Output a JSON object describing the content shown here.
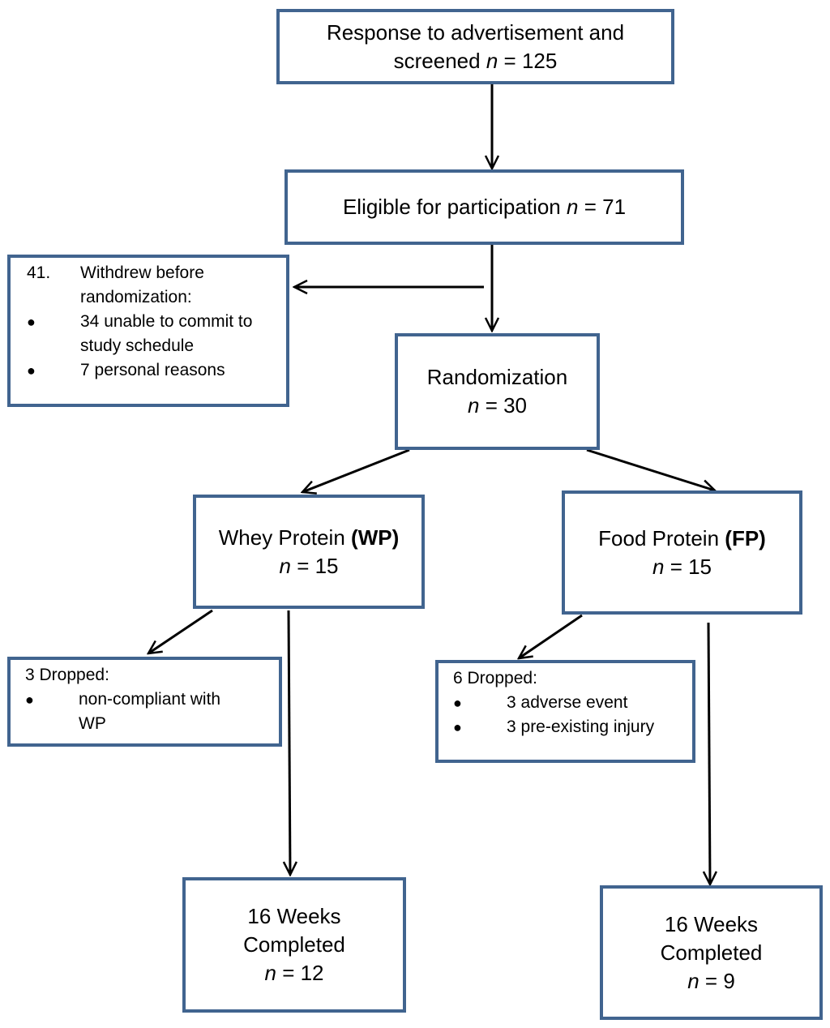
{
  "screened": {
    "line1": "Response to advertisement and",
    "line2_prefix": "screened",
    "n_symbol": "n",
    "n_value": "= 125"
  },
  "eligible": {
    "prefix": "Eligible for participation",
    "n_symbol": "n",
    "n_value": "= 71"
  },
  "withdrew": {
    "number": "41.",
    "line1": "Withdrew before",
    "line2": "randomization:",
    "items": [
      {
        "line1": "34 unable to commit to",
        "line2": "study schedule"
      },
      {
        "line1": "7 personal reasons"
      }
    ]
  },
  "randomization": {
    "title": "Randomization",
    "n_symbol": "n",
    "n_value": "= 30"
  },
  "wp": {
    "title": "Whey Protein",
    "abbr": "(WP)",
    "n_symbol": "n",
    "n_value": "= 15"
  },
  "fp": {
    "title": "Food Protein",
    "abbr": "(FP)",
    "n_symbol": "n",
    "n_value": "= 15"
  },
  "wp_dropped": {
    "title": "3 Dropped:",
    "items": [
      {
        "line1": "non-compliant with",
        "line2": "WP"
      }
    ]
  },
  "fp_dropped": {
    "title": "6 Dropped:",
    "items": [
      {
        "line1": "3 adverse event"
      },
      {
        "line1": "3 pre-existing injury"
      }
    ]
  },
  "wp_completed": {
    "line1": "16 Weeks",
    "line2": "Completed",
    "n_symbol": "n",
    "n_value": "= 12"
  },
  "fp_completed": {
    "line1": "16 Weeks",
    "line2": "Completed",
    "n_symbol": "n",
    "n_value": "= 9"
  }
}
